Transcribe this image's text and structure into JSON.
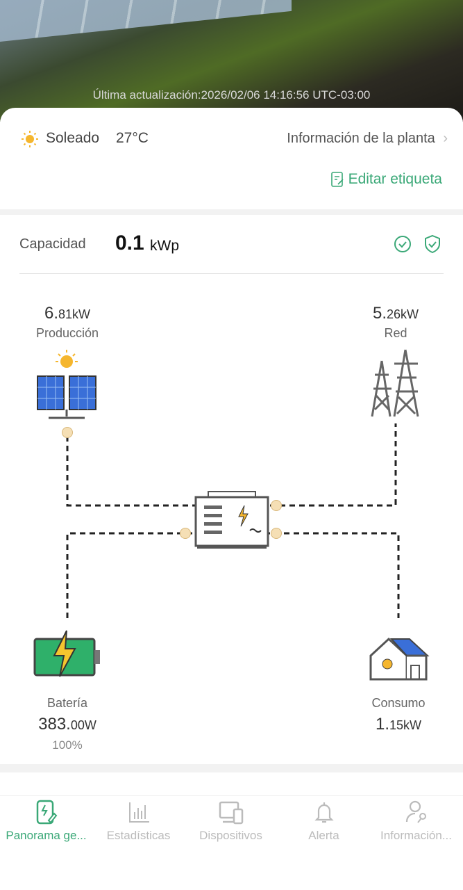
{
  "header": {
    "last_update": "Última actualización:2026/02/06 14:16:56 UTC-03:00"
  },
  "weather": {
    "condition": "Soleado",
    "temperature": "27°C",
    "icon": "sun-icon"
  },
  "plant_info_link": "Información de la planta",
  "edit_label": "Editar etiqueta",
  "capacity": {
    "label": "Capacidad",
    "value": "0.1",
    "unit": "kWp"
  },
  "flow": {
    "production": {
      "main": "6.",
      "small": "81kW",
      "label": "Producción"
    },
    "grid": {
      "main": "5.",
      "small": "26kW",
      "label": "Red"
    },
    "battery": {
      "main": "383.",
      "small": "00W",
      "label": "Batería",
      "soc": "100%"
    },
    "consumption": {
      "main": "1.",
      "small": "15kW",
      "label": "Consumo"
    }
  },
  "tabs": [
    {
      "label": "Panorama ge..."
    },
    {
      "label": "Estadísticas"
    },
    {
      "label": "Dispositivos"
    },
    {
      "label": "Alerta"
    },
    {
      "label": "Información..."
    }
  ],
  "colors": {
    "accent": "#3aa877",
    "inactive": "#bbbbbb"
  }
}
